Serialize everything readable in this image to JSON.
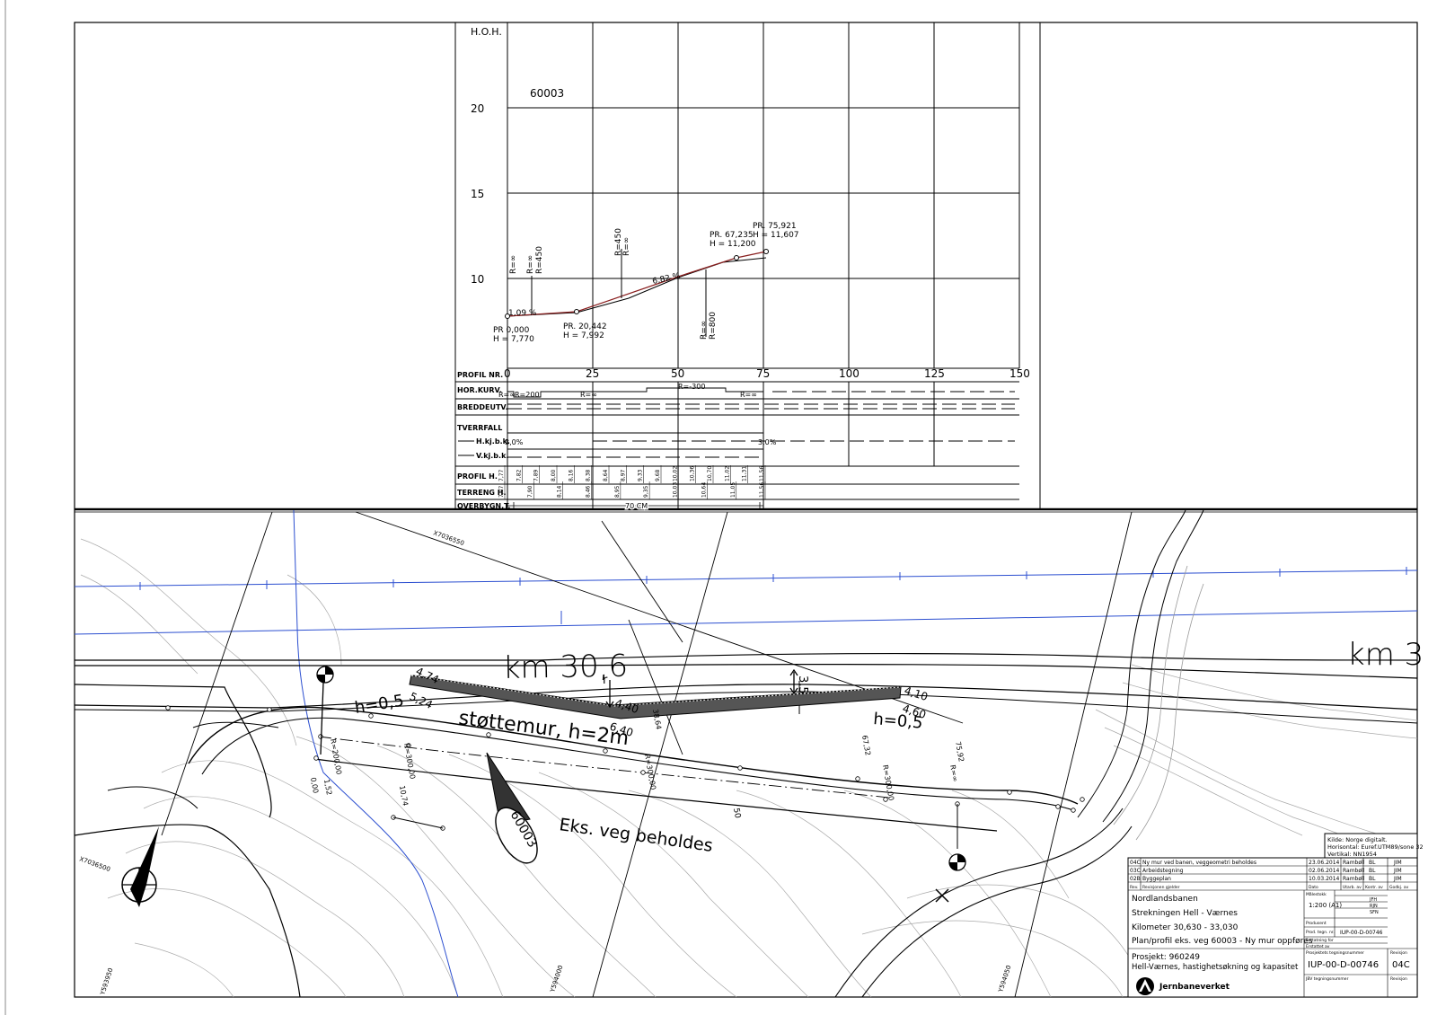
{
  "profile": {
    "hoh_label": "H.O.H.",
    "profile_id": "60003",
    "y_ticks": [
      "20",
      "15",
      "10"
    ],
    "x_ticks": [
      "0",
      "25",
      "50",
      "75",
      "100",
      "125",
      "150"
    ],
    "pr_start": [
      "PR 0,000",
      "H = 7,770"
    ],
    "pr_mid": [
      "PR. 20,442",
      "H = 7,992"
    ],
    "pr_67": [
      "PR. 67,235",
      "H = 11,200"
    ],
    "pr_75": [
      "PR. 75,921",
      "H = 11,607"
    ],
    "grade_1": "1,09 %",
    "grade_2": "6,82 %",
    "vc_r_inf_a": "R=∞",
    "vc_r_inf_b": "R=∞",
    "vc_r450_a": "R=450",
    "vc_r450_b": "R=450",
    "vc_r_inf_c": "R=∞",
    "vc_r_inf_d": "R=∞",
    "vc_r800": "R=800"
  },
  "band": {
    "row_labels": [
      "PROFIL NR.",
      "HOR.KURV.",
      "BREDDEUTV.",
      "TVERRFALL",
      "H.kj.b.k.",
      "V.kj.b.k.",
      "PROFIL H.",
      "TERRENG H.",
      "OVERBYGN.T."
    ],
    "horkurv": [
      "R=∞",
      "R=200",
      "R=∞",
      "R=-300",
      "R=∞"
    ],
    "tverrfall_a": "3,0%",
    "tverrfall_b": "3,0%",
    "profil_h": [
      "7,77",
      "7,82",
      "7,89",
      "8,00",
      "8,16",
      "8,38",
      "8,64",
      "8,97",
      "9,33",
      "9,68",
      "10,02",
      "10,36",
      "10,70",
      "11,02",
      "11,31",
      "11,56"
    ],
    "terreng_h": [
      "7,77",
      "7,90",
      "8,14",
      "8,46",
      "8,95",
      "9,35",
      "10,03",
      "10,64",
      "11,05",
      "11,56"
    ],
    "overbygn": "70 CM"
  },
  "plan": {
    "coord_top": "X7036550",
    "coord_left": "X7036500",
    "coord_y1": "Y593950",
    "coord_y2": "Y594000",
    "coord_y3": "Y594050",
    "km_label": "km 30,6",
    "km_label_2": "km 3",
    "km_sub": "r",
    "wall_label": "støttemur, h=2m",
    "h05_a": "h=0,5",
    "h05_b": "h=0,5",
    "dim_474": "4,74",
    "dim_524": "5,24",
    "dim_440": "4,40",
    "dim_640": "6,40",
    "dim_410": "4,10",
    "dim_460": "4,60",
    "dim_35": "3,5",
    "bubble_id": "60003",
    "existing_road": "Eks. veg beholdes",
    "sta_000": "0,00",
    "sta_152": "1,52",
    "sta_1074": "10,74",
    "sta_3864": "38,64",
    "sta_6732": "67,32",
    "sta_7592": "75,92",
    "sta_50": "50",
    "r_200": "R=200,00",
    "r_300a": "R=300,00",
    "r_300b": "R=300,00",
    "r_300c": "R=300,00",
    "r_inf": "R=∞"
  },
  "titleblock": {
    "source": [
      "Kilde: Norge digitalt.",
      "Horisontal: Euref.UTM89/sone 32",
      "Vertikal: NN1954"
    ],
    "revisions": [
      {
        "rev": "04C",
        "desc": "Ny mur ved banen, veggeometri beholdes",
        "date": "23.06.2014",
        "by": "Rambøll",
        "chk": "BL",
        "app": "JIM"
      },
      {
        "rev": "03C",
        "desc": "Arbeidstegning",
        "date": "02.06.2014",
        "by": "Rambøll",
        "chk": "BL",
        "app": "JIM"
      },
      {
        "rev": "02B",
        "desc": "Byggeplan",
        "date": "10.03.2014",
        "by": "Rambøll",
        "chk": "BL",
        "app": "JIM"
      }
    ],
    "rev_header": [
      "Rev.",
      "Revisjonen gjelder",
      "Dato",
      "Utarb. av",
      "Kontr. av",
      "Godkj. av"
    ],
    "project_lines": [
      "Nordlandsbanen",
      "Strekningen Hell - Værnes",
      "Kilometer 30,630 - 33,030",
      "Plan/profil eks. veg 60003 - Ny mur oppføres"
    ],
    "scale_label": "Målestokk",
    "scale": "1:200 (A1)",
    "fields": [
      "Produsent",
      "Prod. tegn. nr.",
      "Erstatning for",
      "Erstattet av"
    ],
    "prod_no": "IUP-00-D-00746",
    "initials": [
      "JFH",
      "RJN",
      "SFN"
    ],
    "project_no": "Prosjekt: 960249",
    "project_name": "Hell-Værnes, hastighetsøkning og kapasitet",
    "drawing_no_label": "Prosjektets tegningsnummer",
    "drawing_no": "IUP-00-D-00746",
    "revision_label": "Revisjon",
    "revision": "04C",
    "jbv_no_label": "JBV tegningsnummer",
    "revision_label_2": "Revisjon",
    "org": "Jernbaneverket"
  }
}
